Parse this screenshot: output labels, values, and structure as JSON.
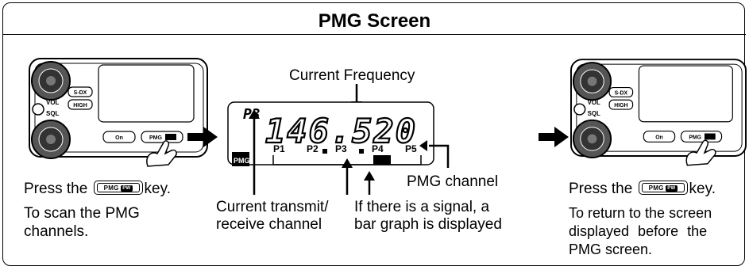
{
  "title": "PMG Screen",
  "left_panel": {
    "press_prefix": "Press the",
    "press_suffix": "key.",
    "description": [
      "To scan the PMG",
      "channels."
    ],
    "radio": {
      "vol_label": "VOL",
      "sql_label": "SQL",
      "sdx_label": "S-DX",
      "high_label": "HIGH",
      "on_label": "On",
      "pmg_label": "PMG"
    }
  },
  "pmg_key": {
    "label": "PMG",
    "badge": "PW"
  },
  "display": {
    "channel_indicator": "P3",
    "frequency": "146.520",
    "pmg_tag": "PMG",
    "channels": [
      "P1",
      "P2",
      "P3",
      "P4",
      "P5"
    ],
    "active_channel": "P3",
    "signal_level": 0.7
  },
  "callouts": {
    "current_frequency": "Current Frequency",
    "pmg_channel": "PMG channel",
    "transmit_receive": [
      "Current transmit/",
      "receive channel"
    ],
    "signal_bar": [
      "If there is a signal, a",
      "bar graph is displayed"
    ]
  },
  "right_panel": {
    "press_prefix": "Press the",
    "press_suffix": "key.",
    "description": [
      "To return to the screen",
      "displayed before the",
      "PMG screen."
    ],
    "radio": {
      "vol_label": "VOL",
      "sql_label": "SQL",
      "sdx_label": "S-DX",
      "high_label": "HIGH",
      "on_label": "On",
      "pmg_label": "PMG"
    }
  }
}
